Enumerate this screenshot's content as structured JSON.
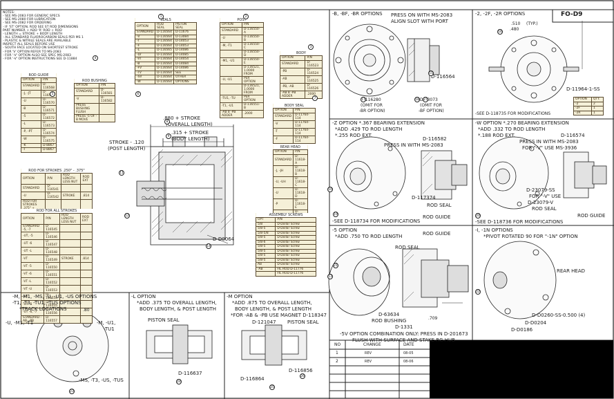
{
  "sheet": {
    "id": "FO-D9"
  },
  "notes": {
    "lines": [
      "NOTES:",
      "- SEE MS-2083 FOR GENERIC SPECS",
      "- SEE MS-2080 FOR LUBRICATION",
      "- SEE MS-2082 FOR ORDERING",
      "- IF 'ST' OPTION, ROD SEE ST ROD DIMENSIONS",
      "  PART NUMBER + ADD 'R' ROD + ROD",
      "- LENGTH = STROKE + BODY LENGTH",
      "- ALL STANDARD FLUOROCARBON SEALS PER MS 1",
      "- PLASTIC & NITRILE SEALS ARE AVAILABLE",
      "  INSPECT ALL SEALS BEFORE USE",
      "- SOUTH FACE LOCATED ON SHORTEST STROKE",
      "- FOR 'V' OPTION REFER TO MS-2083",
      "- FOR '-V' OPTION ALSO SEE SPEC MS-2083",
      "- FOR '-V' OPTION INSTRUCTIONS SEE D-11884"
    ]
  },
  "seals": {
    "caption": "SEALS",
    "headers": [
      "OPTION",
      "ROD SEAL",
      "PISTON SEAL"
    ],
    "rows": [
      [
        "STANDARD",
        "D-116564",
        "D-11676"
      ],
      [
        "-V",
        "D-116564",
        "D-13084"
      ],
      [
        "-T",
        "D-116564",
        "D-14053"
      ],
      [
        "-F",
        "D-116564",
        "D-14053"
      ],
      [
        "-L",
        "D-116565",
        "D-14086"
      ],
      [
        "-LV",
        "D-116564",
        "D-14085"
      ],
      [
        "-VT",
        "D-116564",
        "D-14054"
      ],
      [
        "-B",
        "D-116564",
        "D-14084"
      ],
      [
        "-FV",
        "D-116564",
        "D-14086"
      ],
      [
        "-TV",
        "D-116564",
        "SEE"
      ],
      [
        "-SV",
        "D-116564",
        "OTHER"
      ],
      [
        "-W",
        "D-116564",
        "OPTIONS"
      ]
    ]
  },
  "post": {
    "caption": "POST",
    "headers": [
      "OPTION",
      "P/N"
    ],
    "rows": [
      [
        "STANDARD",
        "D-116550-A"
      ],
      [
        "-U",
        "D-116550-B"
      ],
      [
        "-M, -T1",
        "D-116550-C"
      ],
      [
        "",
        "D-116550-D"
      ],
      [
        "-M1, -U1",
        "D-116550-E"
      ],
      [
        "",
        "D-116521, 1.0000 FROM"
      ],
      [
        "-U, -U1",
        "PER OPTION"
      ],
      [
        "",
        "D-116521, 1.0000 FROM"
      ],
      [
        "-TU1, -TU",
        "PER OPTION"
      ],
      [
        "-T1, -U1",
        "D-116551-B"
      ],
      [
        "-AB 8 -PB ADDER",
        ".2000"
      ]
    ]
  },
  "rod_guide": {
    "caption": "ROD GUIDE",
    "headers": [
      "OPTION",
      "P/N"
    ],
    "rows": [
      [
        "STANDARD",
        "D-116568"
      ],
      [
        "-J, -JT",
        "D-116569"
      ],
      [
        "-U",
        "D-116570"
      ],
      [
        "-B",
        "D-116571"
      ],
      [
        "-5",
        "D-116572"
      ],
      [
        "-L",
        "D-116573"
      ],
      [
        "-P, -PT",
        "D-116574"
      ],
      [
        "-W",
        "D-116575"
      ],
      [
        "-K",
        "D-8867"
      ],
      [
        "-T",
        "D-8867"
      ]
    ]
  },
  "rod_bushing": {
    "caption": "ROD BUSHING",
    "headers": [
      "OPTION",
      "P/N"
    ],
    "rows": [
      [
        "STANDARD",
        "D-116581"
      ],
      [
        "-V",
        "D-116582"
      ],
      [
        "PRESS BUSHING FLUSH",
        ""
      ],
      [
        "PRESS -5 OF -B MOVE",
        ""
      ]
    ]
  },
  "body": {
    "caption": "BODY",
    "headers": [
      "OPTION",
      "P/N"
    ],
    "rows": [
      [
        "STANDARD",
        "D-116523"
      ],
      [
        "-PB",
        "D-116524"
      ],
      [
        "-AB",
        "D-116525"
      ],
      [
        "-PB, -AB",
        "D-116526"
      ],
      [
        "-AB 8 -PB ADDER",
        ".2000"
      ]
    ]
  },
  "body_seal": {
    "caption": "BODY SEAL",
    "headers": [
      "OPTION",
      "P/N"
    ],
    "rows": [
      [
        "STANDARD",
        "D-11764-114"
      ],
      [
        "-V",
        "D-11764-114"
      ],
      [
        "-T",
        "D-11764-114"
      ],
      [
        "-F",
        "D-11764-114"
      ]
    ]
  },
  "rear_head": {
    "caption": "REAR HEAD",
    "headers": [
      "OPTION",
      "P/N"
    ],
    "rows": [
      [
        "STANDARD",
        "D-11618-A"
      ],
      [
        "-J, -JH",
        "D-11618-B"
      ],
      [
        "-U, -UH",
        "D-11618-C"
      ],
      [
        "-U",
        "D-11618-D"
      ],
      [
        "-P",
        "D-11618-E"
      ],
      [
        "-T, -TB",
        "D-11618-F"
      ]
    ]
  },
  "rod_strokes_1": {
    "caption": "ROD FOR STROKES .250\" - .375\"",
    "headers": [
      "OPTION",
      "P/N",
      "ROD LENGTH LESS NUT",
      "ROD EXT"
    ],
    "rows": [
      [
        "STANDARD",
        "D-116541",
        "",
        ""
      ],
      [
        "-U",
        "D-116542",
        "STROKE",
        ".814"
      ],
      [
        "ROD FOR STROKES .375\" +",
        "",
        "",
        ""
      ],
      [
        "STANDARD",
        "D-116543",
        "",
        ""
      ],
      [
        "-U",
        "D-116544",
        "STROKE",
        ".844"
      ]
    ]
  },
  "rod_strokes_2": {
    "caption": "ROD FOR ALL STROKES",
    "headers": [
      "OPTION",
      "P/N",
      "ROD LENGTH LESS NUT",
      "ROD EXT"
    ],
    "rows": [
      [
        "STANDARD -5, -7",
        "D-116545",
        "",
        ""
      ],
      [
        "-UT, -5",
        "D-116546",
        "",
        ""
      ],
      [
        "-UT -6",
        "D-116547",
        "",
        ""
      ],
      [
        "-UT -L",
        "D-116548",
        "",
        ""
      ],
      [
        "-VT",
        "D-116549",
        "STROKE",
        ".814"
      ],
      [
        "-VT -5",
        "D-116550",
        "",
        ""
      ],
      [
        "-VT -6",
        "D-116551",
        "",
        ""
      ],
      [
        "-VT -L",
        "D-116552",
        "",
        ""
      ],
      [
        "-VT -U",
        "D-116553",
        "",
        ""
      ],
      [
        "-UT",
        "D-116554",
        "",
        ""
      ],
      [
        "-UT -5",
        "D-116555",
        "",
        ""
      ],
      [
        "-UT -6, -7",
        "D-116556",
        "",
        ""
      ],
      [
        "STANDARD -AB, -PB",
        "D-116557",
        "",
        ""
      ]
    ]
  },
  "assembly_screws": {
    "caption": "ASSEMBLY SCREWS",
    "headers": [
      "OPT",
      "P/N"
    ],
    "rows": [
      [
        "5/8",
        "D-Dollar Screw"
      ],
      [
        "5/8-5",
        "D-Dollar Screw"
      ],
      [
        "5/8-5/8",
        "D-Dollar Screw"
      ],
      [
        "5/8-5",
        "D-Dollar Screw"
      ],
      [
        "5/8-6",
        "D-Dollar Screw"
      ],
      [
        "5/8-5",
        "D-Dollar Screw"
      ],
      [
        "5/8-5",
        "D-Dollar Screw"
      ],
      [
        "5/8-5",
        "D-Dollar Screw"
      ],
      [
        "5/8-5",
        "D-Dollar Screw"
      ],
      [
        "AB",
        "D-Dollar Screw"
      ],
      [
        "-AB",
        "FIL ROD D-11776"
      ],
      [
        "",
        "FIL ROD D-11776"
      ]
    ]
  },
  "section_view": {
    "dim1": ".880 + STROKE",
    "dim1b": "(OVERALL LENGTH)",
    "dim2": ".315 + STROKE",
    "dim2b": "(BODY LENGTH)",
    "dim3": "STROKE - .120",
    "dim3b": "(POST LENGTH)",
    "part": "D-D0064"
  },
  "opt_b": {
    "title": "-B, -BF, -BR OPTIONS",
    "press": "PRESS ON WITH MS-2083",
    "align": "ALIGN SLOT WITH PORT",
    "p1": "D-116564",
    "p2": "D-116280",
    "p2b": "(OMIT FOR",
    "p2c": "-BR OPTION)",
    "p3": "D-33073",
    "p3b": "(OMIT FOR",
    "p3c": "-BF OPTION)"
  },
  "opt_2": {
    "title": "-2, -2F, -2R OPTIONS",
    "d1": ".510",
    "d1b": "(TYP.)",
    "d2": ".480",
    "part": "D-11964-1-SS",
    "see": "-SEE D-118735 FOR MODIFICATIONS",
    "tbl_headers": [
      "OPTION",
      "QTY."
    ],
    "tbl_rows": [
      [
        "-2",
        "2"
      ],
      [
        "-2F",
        "1"
      ],
      [
        "-2R",
        "1"
      ]
    ]
  },
  "opt_z": {
    "title": "-Z OPTION   *.367 BEARING EXTENSION",
    "add": "*ADD .429 TO ROD LENGTH",
    "ext": "*.255 ROD EXT.",
    "p1": "D-116582",
    "press": "PRESS IN WITH MS-2083",
    "p2": "D-117374",
    "seal": "ROD SEAL",
    "guide": "ROD GUIDE",
    "see": "-SEE D-118734 FOR MODIFICATIONS"
  },
  "opt_w": {
    "title": "-W OPTION   *.270 BEARING EXTENSION",
    "add": "*ADD .332 TO ROD LENGTH",
    "ext": "*.188 ROD EXT.",
    "p1": "D-116574",
    "press": "PRESS IN WITH MS-2083",
    "pressb": "FOR \"-V\" USE MS-3936",
    "p2": "D-23079-SS",
    "p2b": "FOR \"-V\" USE",
    "p2c": "D-23079-V",
    "seal": "ROD SEAL",
    "guide": "ROD GUIDE",
    "see": "-SEE D-118736 FOR MODIFICATIONS"
  },
  "opt_5": {
    "title": "-5 OPTION",
    "add": "*ADD .750 TO ROD LENGTH",
    "guide": "ROD GUIDE",
    "seal": "ROD SEAL",
    "p1": "D-63634",
    "bush": "ROD BUSHING",
    "p2": "D-1331",
    "dim": ".709",
    "foot1": "-5V OPTION COMBINATION ONLY: PRESS IN D-201673",
    "foot2": "FLUSH WITH SURFACE AND STAKE RG HUB"
  },
  "opt_i": {
    "title": "-I, -1N OPTIONS",
    "pivot": "*PIVOT ROTATED 90  FOR \"-1N\" OPTION",
    "rear": "REAR HEAD",
    "p1": "D-D0260-SS-0.500 (4)",
    "p2": "D-D0204",
    "p3": "D-D0186"
  },
  "opt_m": {
    "title": "-M, -M1, -MS, -U, -U1, -US OPTIONS",
    "title2": "-T1, -T3, -TU1, -TUS OPTIONS",
    "track": "*TRACK LOCATIONS",
    "d": ".80",
    "left": "-U, -M1, -T1",
    "right": "-M, -U1,",
    "right2": "-TU1",
    "bottom": "-MS, -T3, -US, -TUS"
  },
  "opt_l": {
    "title": "-L OPTION",
    "add": "*ADD .375 TO OVERALL LENGTH,",
    "add2": "BODY LENGTH, & POST LENGTH",
    "seal": "PISTON SEAL",
    "part": "D-116637"
  },
  "opt_mo": {
    "title": "-M OPTION",
    "add": "*ADD .875 TO OVERALL LENGTH,",
    "add2": "BODY LENGTH, & POST LENGTH",
    "add3": "*FOR -AB & -PB USE MAGNET D-118347",
    "p1": "D-121047",
    "seal": "PISTON SEAL",
    "p2": "D-116864",
    "p3": "D-116856"
  },
  "revisions": {
    "headers": [
      "NO",
      "CHANGE",
      "DATE"
    ],
    "rows": [
      [
        "1",
        "REV",
        "08-05"
      ],
      [
        "2",
        "REV",
        "08-06"
      ]
    ]
  },
  "balloons": [
    "1",
    "2",
    "3",
    "4",
    "5",
    "6",
    "7",
    "8",
    "9",
    "10",
    "11",
    "12",
    "13",
    "14",
    "15",
    "16",
    "17",
    "18",
    "19",
    "20",
    "21",
    "22",
    "23",
    "24",
    "25",
    "26",
    "27"
  ]
}
